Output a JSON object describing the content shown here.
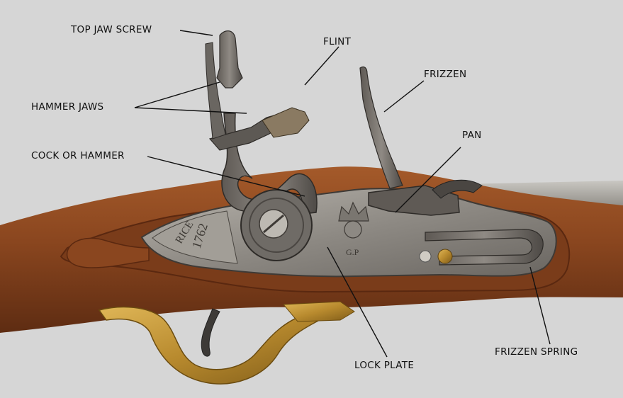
{
  "labels": {
    "top_jaw_screw": "TOP JAW SCREW",
    "flint": "FLINT",
    "frizzen": "FRIZZEN",
    "hammer_jaws": "HAMMER JAWS",
    "pan": "PAN",
    "cock_or_hammer": "COCK OR HAMMER",
    "lock_plate": "LOCK PLATE",
    "frizzen_spring": "FRIZZEN SPRING"
  },
  "engravings": {
    "maker": "RICE",
    "date": "1762",
    "cipher": "G.P"
  },
  "colors": {
    "background": "#d6d6d6",
    "wood": "#8c4a22",
    "steel": "#8e8a84",
    "brass": "#b88a2e"
  }
}
